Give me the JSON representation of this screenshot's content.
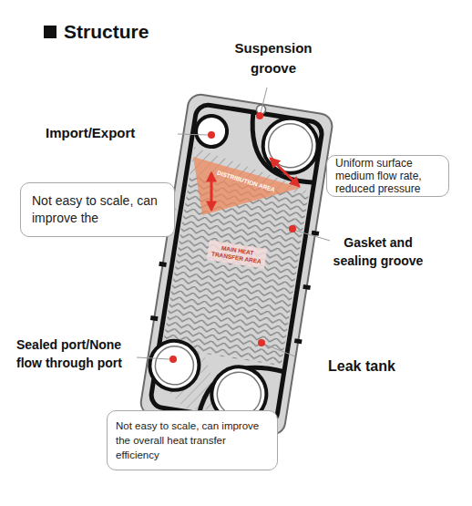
{
  "diagram": {
    "title": "Structure",
    "nodes": [
      {
        "text": [
          "Not easy to scale, can improve the"
        ]
      },
      {
        "text": [
          "Uniform surface medium flow rate, reduced pressure"
        ]
      },
      {
        "text": [
          "Not easy to scale, can improve the overall heat transfer efficiency"
        ]
      }
    ],
    "labels": [
      "Suspension groove",
      "Import/Export",
      "Gasket and sealing groove",
      "Sealed port/None flow through port",
      "Leak tank",
      "DISTRIBUTION AREA",
      "MAIN HEAT TRANSFER AREA"
    ]
  }
}
